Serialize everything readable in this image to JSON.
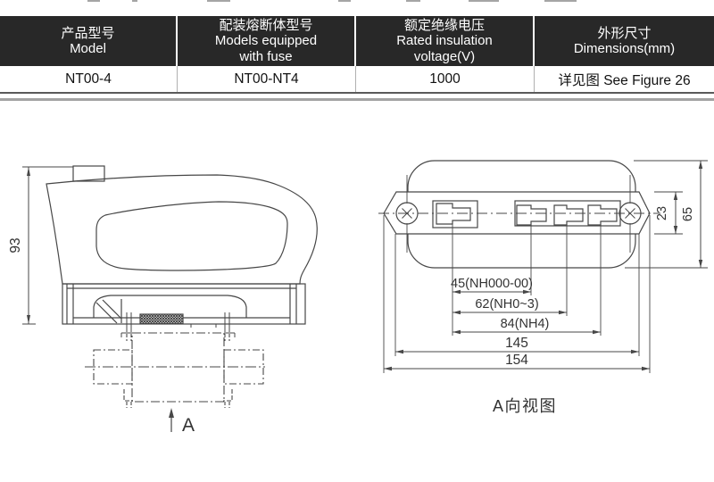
{
  "table": {
    "columns": [
      {
        "header_lines": [
          "产品型号",
          "Model"
        ],
        "value": "NT00-4"
      },
      {
        "header_lines": [
          "配装熔断体型号",
          "Models equipped",
          "with fuse"
        ],
        "value": "NT00-NT4"
      },
      {
        "header_lines": [
          "额定绝缘电压",
          "Rated insulation",
          "voltage(V)"
        ],
        "value": "1000"
      },
      {
        "header_lines": [
          "外形尺寸",
          "Dimensions(mm)"
        ],
        "value": "详见图 See Figure 26"
      }
    ]
  },
  "side_view": {
    "height_dim": "93",
    "view_arrow_label": "A"
  },
  "a_view": {
    "title": "A向视图",
    "dims": {
      "d45": "45(NH000-00)",
      "d62": "62(NH0~3)",
      "d84": "84(NH4)",
      "d145": "145",
      "d154": "154",
      "d23": "23",
      "d65": "65"
    }
  },
  "colors": {
    "line": "#474747",
    "header_bg": "#282828"
  }
}
